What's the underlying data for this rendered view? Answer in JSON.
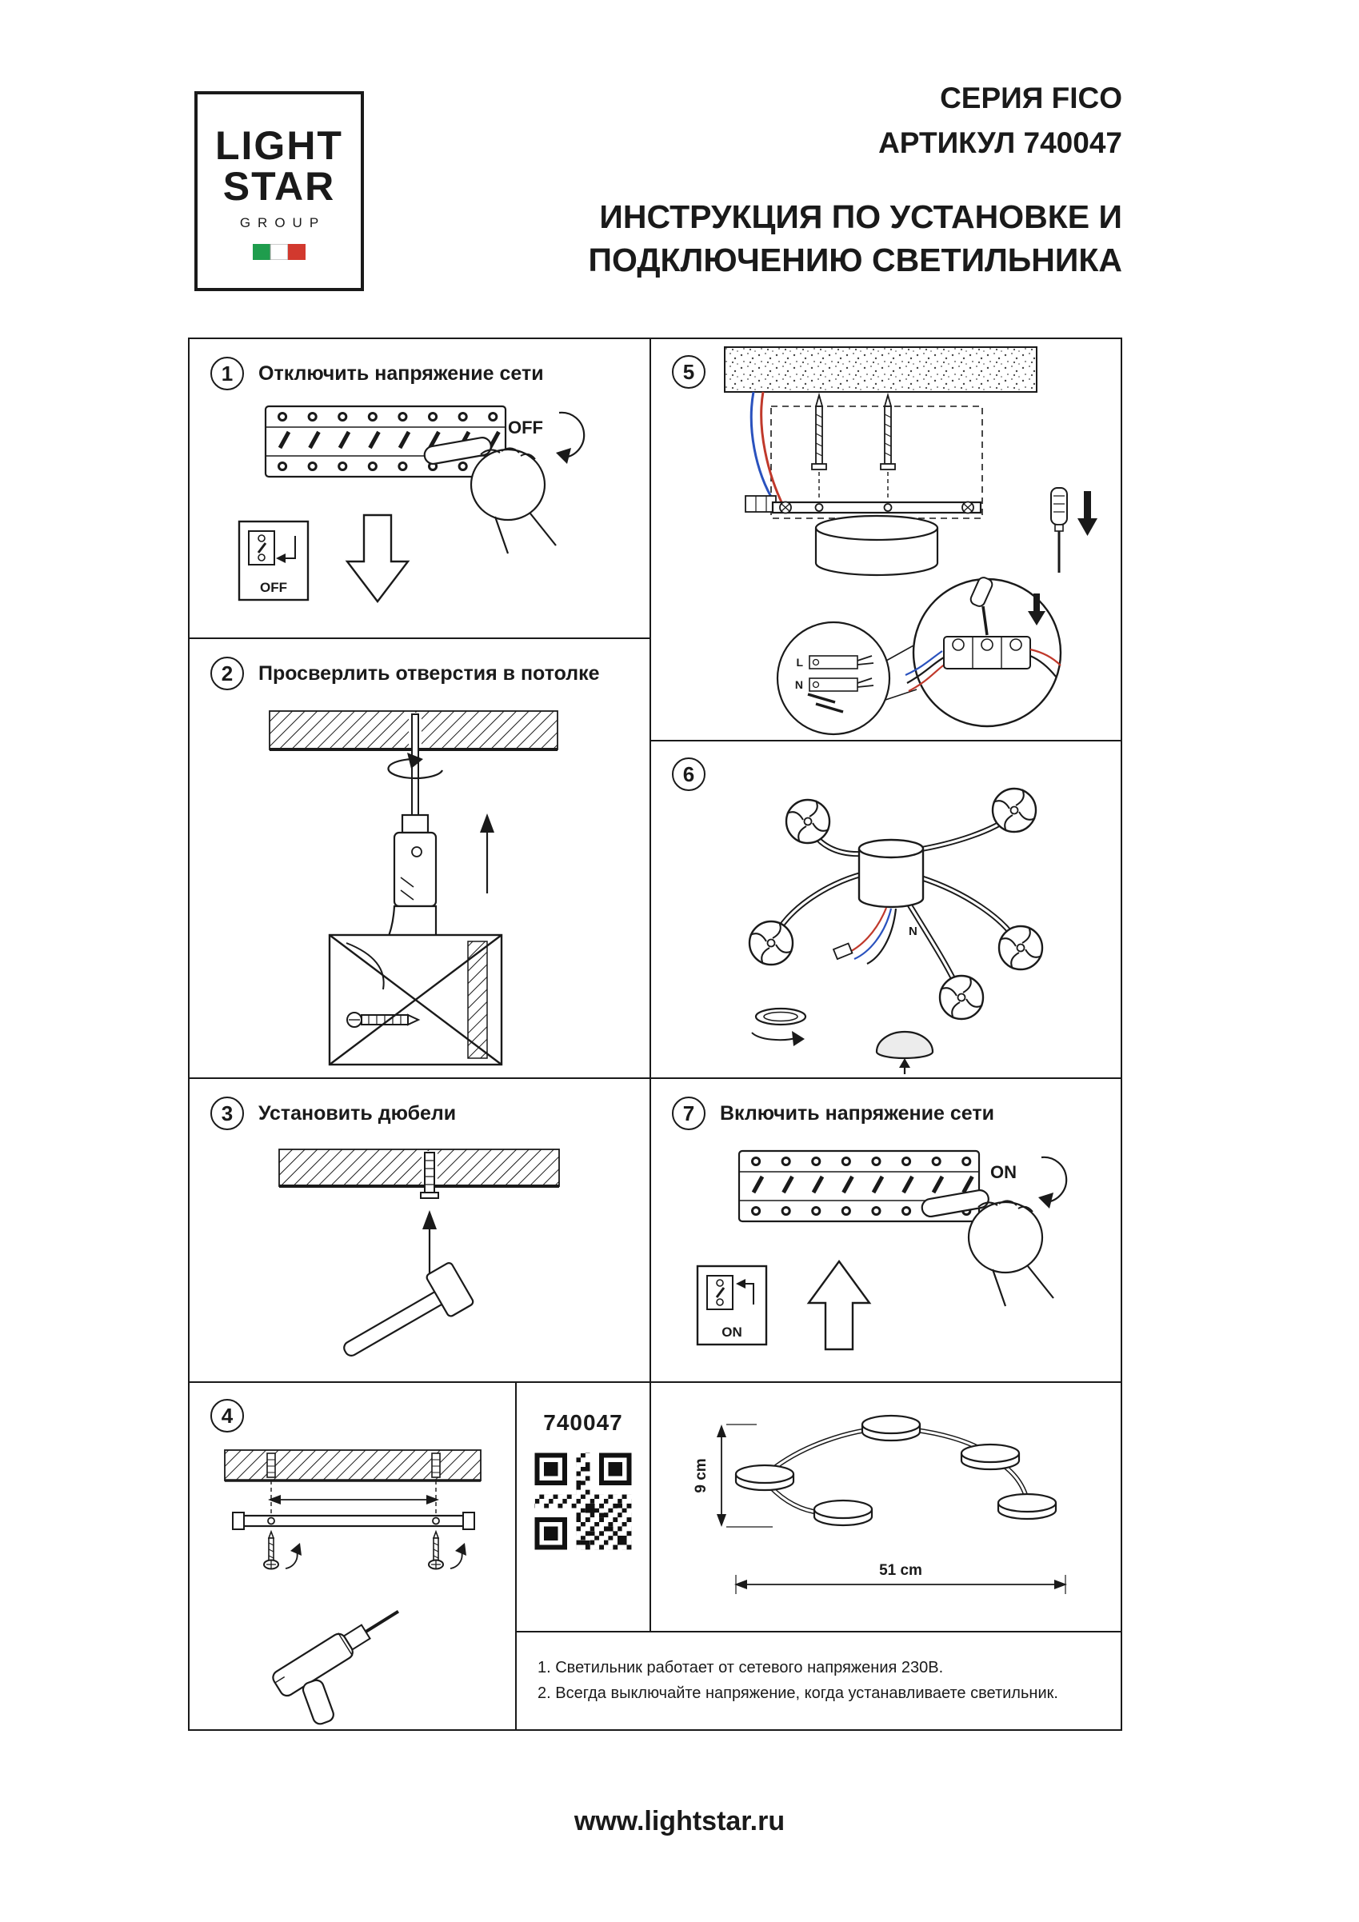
{
  "logo": {
    "line1": "LIGHT",
    "line2": "STAR",
    "line3": "GROUP"
  },
  "header": {
    "series": "СЕРИЯ FICO",
    "article": "АРТИКУЛ 740047",
    "title_line1": "ИНСТРУКЦИЯ ПО УСТАНОВКЕ И",
    "title_line2": "ПОДКЛЮЧЕНИЮ СВЕТИЛЬНИКА"
  },
  "steps": {
    "s1": {
      "num": "1",
      "label": "Отключить напряжение сети"
    },
    "s2": {
      "num": "2",
      "label": "Просверлить отверстия в потолке"
    },
    "s3": {
      "num": "3",
      "label": "Установить дюбели"
    },
    "s4": {
      "num": "4"
    },
    "s5": {
      "num": "5"
    },
    "s6": {
      "num": "6"
    },
    "s7": {
      "num": "7",
      "label": "Включить напряжение сети"
    }
  },
  "labels": {
    "off": "OFF",
    "on": "ON",
    "article_number": "740047",
    "dim_height": "9 cm",
    "dim_width": "51 cm",
    "wire_l": "L",
    "wire_n": "N"
  },
  "notes": [
    "1. Светильник работает от сетевого напряжения 230В.",
    "2. Всегда выключайте напряжение, когда устанавливаете светильник."
  ],
  "footer": {
    "url": "www.lightstar.ru"
  },
  "colors": {
    "flag_green": "#1f9d4d",
    "flag_white": "#ffffff",
    "flag_red": "#d2392e",
    "wire_red": "#c0392b",
    "wire_blue": "#2a52be"
  }
}
